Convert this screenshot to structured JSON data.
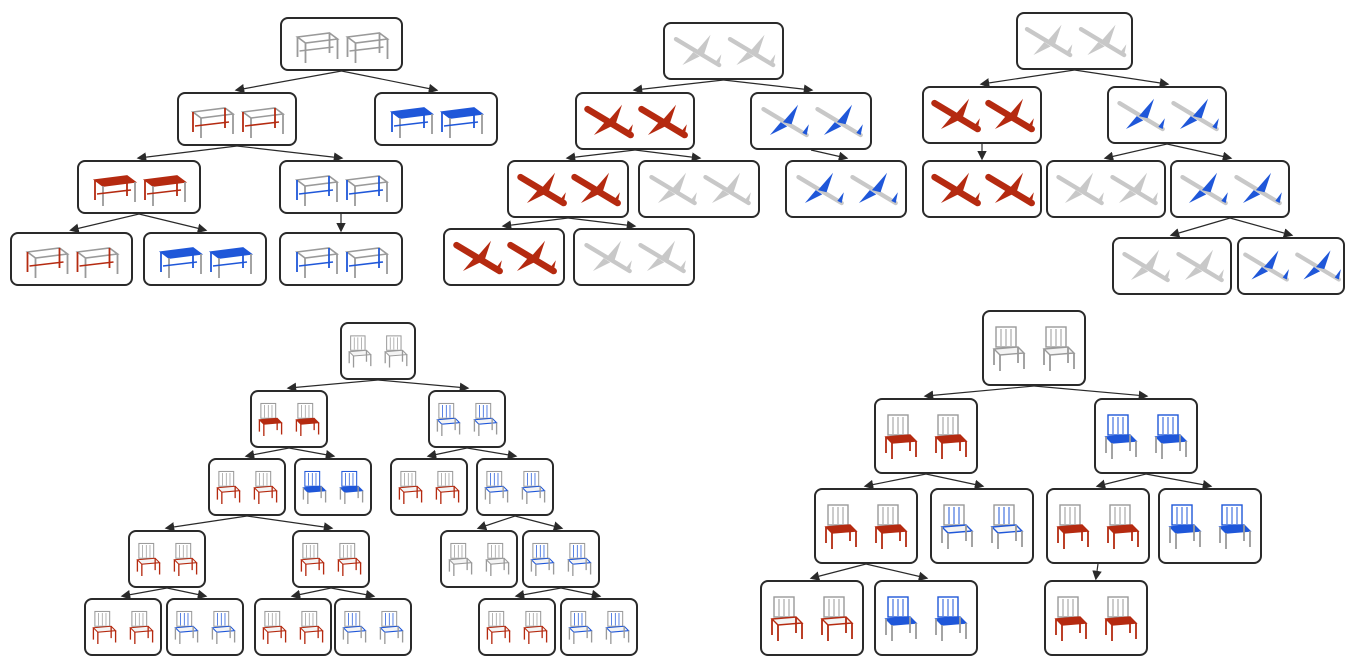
{
  "colors": {
    "neutral": "#9a9a9a",
    "red": "#b52a10",
    "blue": "#1f57d9",
    "light": "#c8c8c8",
    "border": "#2a2a2a"
  },
  "trees": [
    {
      "name": "table-tree",
      "object": "table",
      "nodes": [
        {
          "id": "t0",
          "parent": null,
          "seg": "none",
          "form": "outline"
        },
        {
          "id": "t1",
          "parent": "t0",
          "seg": "red",
          "form": "outline"
        },
        {
          "id": "t2",
          "parent": "t0",
          "seg": "blue",
          "form": "solid"
        },
        {
          "id": "t3",
          "parent": "t1",
          "seg": "red",
          "form": "solid"
        },
        {
          "id": "t4",
          "parent": "t1",
          "seg": "blue",
          "form": "outline"
        },
        {
          "id": "t5",
          "parent": "t3",
          "seg": "red",
          "form": "outline"
        },
        {
          "id": "t6",
          "parent": "t3",
          "seg": "blue",
          "form": "solid"
        },
        {
          "id": "t7",
          "parent": "t4",
          "seg": "blue",
          "form": "outline"
        }
      ]
    },
    {
      "name": "airplane-tree-a",
      "object": "plane",
      "nodes": [
        {
          "id": "a0",
          "parent": null,
          "seg": "none",
          "form": "light"
        },
        {
          "id": "a1",
          "parent": "a0",
          "seg": "red",
          "form": "solid"
        },
        {
          "id": "a2",
          "parent": "a0",
          "seg": "blue",
          "form": "partial"
        },
        {
          "id": "a3",
          "parent": "a1",
          "seg": "red",
          "form": "solid"
        },
        {
          "id": "a4",
          "parent": "a1",
          "seg": "blue",
          "form": "faint"
        },
        {
          "id": "a5",
          "parent": "a2",
          "seg": "blue",
          "form": "partial"
        },
        {
          "id": "a6",
          "parent": "a3",
          "seg": "red",
          "form": "solid"
        },
        {
          "id": "a7",
          "parent": "a3",
          "seg": "blue",
          "form": "faint"
        }
      ]
    },
    {
      "name": "airplane-tree-b",
      "object": "plane",
      "nodes": [
        {
          "id": "b0",
          "parent": null,
          "seg": "none",
          "form": "light"
        },
        {
          "id": "b1",
          "parent": "b0",
          "seg": "red",
          "form": "solid"
        },
        {
          "id": "b2",
          "parent": "b0",
          "seg": "blue",
          "form": "partial"
        },
        {
          "id": "b3",
          "parent": "b1",
          "seg": "red",
          "form": "solid"
        },
        {
          "id": "b4",
          "parent": "b2",
          "seg": "red",
          "form": "faint"
        },
        {
          "id": "b5",
          "parent": "b2",
          "seg": "blue",
          "form": "partial"
        },
        {
          "id": "b6",
          "parent": "b5",
          "seg": "red",
          "form": "faint"
        },
        {
          "id": "b7",
          "parent": "b5",
          "seg": "blue",
          "form": "partial"
        }
      ]
    },
    {
      "name": "chair-tree-a",
      "object": "chair",
      "nodes": [
        {
          "id": "c0",
          "parent": null,
          "seg": "none",
          "form": "outline"
        },
        {
          "id": "c1",
          "parent": "c0",
          "seg": "red",
          "form": "solid"
        },
        {
          "id": "c2",
          "parent": "c0",
          "seg": "blue",
          "form": "outline"
        },
        {
          "id": "c3",
          "parent": "c1",
          "seg": "red",
          "form": "outline"
        },
        {
          "id": "c4",
          "parent": "c1",
          "seg": "blue",
          "form": "solid"
        },
        {
          "id": "c5",
          "parent": "c2",
          "seg": "red",
          "form": "outline"
        },
        {
          "id": "c6",
          "parent": "c2",
          "seg": "blue",
          "form": "outline"
        },
        {
          "id": "c7",
          "parent": "c3",
          "seg": "red",
          "form": "outline"
        },
        {
          "id": "c8",
          "parent": "c3",
          "seg": "red",
          "form": "outline"
        },
        {
          "id": "c9",
          "parent": "c6",
          "seg": "none",
          "form": "outline"
        },
        {
          "id": "c10",
          "parent": "c6",
          "seg": "blue",
          "form": "outline"
        },
        {
          "id": "c11",
          "parent": "c7",
          "seg": "red",
          "form": "outline"
        },
        {
          "id": "c12",
          "parent": "c7",
          "seg": "blue",
          "form": "outline"
        },
        {
          "id": "c13",
          "parent": "c8",
          "seg": "red",
          "form": "outline"
        },
        {
          "id": "c14",
          "parent": "c8",
          "seg": "blue",
          "form": "outline"
        },
        {
          "id": "c15",
          "parent": "c10",
          "seg": "red",
          "form": "outline"
        },
        {
          "id": "c16",
          "parent": "c10",
          "seg": "blue",
          "form": "outline"
        }
      ]
    },
    {
      "name": "chair-tree-b",
      "object": "chair",
      "nodes": [
        {
          "id": "d0",
          "parent": null,
          "seg": "none",
          "form": "outline"
        },
        {
          "id": "d1",
          "parent": "d0",
          "seg": "red",
          "form": "solid"
        },
        {
          "id": "d2",
          "parent": "d0",
          "seg": "blue",
          "form": "solid"
        },
        {
          "id": "d3",
          "parent": "d1",
          "seg": "red",
          "form": "solid"
        },
        {
          "id": "d4",
          "parent": "d1",
          "seg": "blue",
          "form": "outline"
        },
        {
          "id": "d5",
          "parent": "d2",
          "seg": "red",
          "form": "solid"
        },
        {
          "id": "d6",
          "parent": "d2",
          "seg": "blue",
          "form": "solid"
        },
        {
          "id": "d7",
          "parent": "d3",
          "seg": "red",
          "form": "outline"
        },
        {
          "id": "d8",
          "parent": "d3",
          "seg": "blue",
          "form": "solid"
        },
        {
          "id": "d9",
          "parent": "d5",
          "seg": "red",
          "form": "solid"
        }
      ]
    }
  ]
}
